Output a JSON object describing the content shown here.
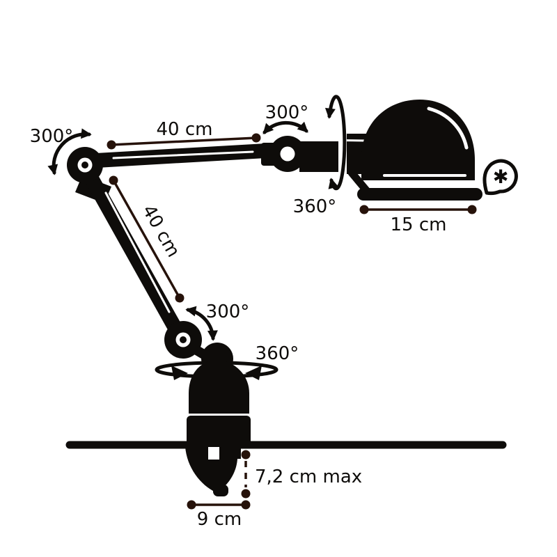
{
  "figure": {
    "type": "technical-dimension-diagram",
    "subject": "articulated clamp-mount task lamp with rotation angles and dimensions"
  },
  "colors": {
    "ink": "#0e0c0a",
    "dot": "#26120a",
    "background": "#ffffff"
  },
  "annotations": {
    "joint1_rotation": "300°",
    "upper_arm_length": "40 cm",
    "head_joint_rotation": "300°",
    "head_spin": "360°",
    "shade_width": "15 cm",
    "lower_arm_length": "40 cm",
    "elbow_rotation": "300°",
    "base_spin": "360°",
    "clamp_capacity": "7,2 cm max",
    "clamp_footprint": "9 cm",
    "footnote_symbol": "✱"
  }
}
